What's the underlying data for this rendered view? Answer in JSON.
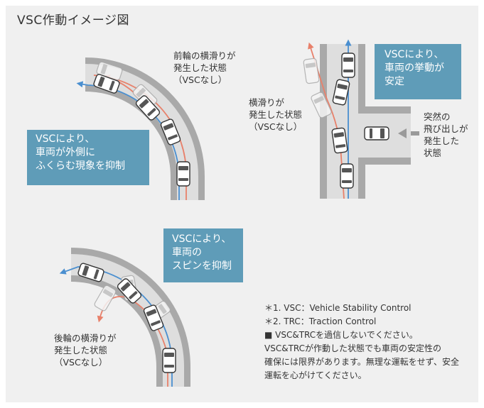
{
  "title": "VSC作動イメージ図",
  "scene_curve_right": {
    "label_slip": [
      "前輪の横滑りが",
      "発生した状態",
      "（VSCなし）"
    ],
    "box": [
      "VSCにより、",
      "車両が外側に",
      "ふくらむ現象を抑制"
    ]
  },
  "scene_tjunction": {
    "label_slip": [
      "横滑りが",
      "発生した状態",
      "（VSCなし）"
    ],
    "box": [
      "VSCにより、",
      "車両の挙動が",
      "安定"
    ],
    "label_sudden": [
      "突然の",
      "飛び出しが",
      "発生した",
      "状態"
    ]
  },
  "scene_curve_left": {
    "box": [
      "VSCにより、",
      "車両の",
      "スピンを抑制"
    ],
    "label_slip": [
      "後輪の横滑りが",
      "発生した状態",
      "（VSCなし）"
    ]
  },
  "notes": [
    "＊1. VSC：Vehicle Stability Control",
    "＊2. TRC：Traction Control",
    "■ VSC&TRCを過信しないでください。",
    "VSC&TRCが作動した状態でも車両の安定性の",
    "確保には限界があります。無理な運転をせず、安全",
    "運転を心がけてください。"
  ],
  "colors": {
    "panel": "#f0f0f0",
    "road_edge": "#a9a9a9",
    "road": "#dedede",
    "box": "#5f9cb8",
    "path_vsc": "#4a8fd0",
    "path_no_vsc": "#e8806a"
  }
}
